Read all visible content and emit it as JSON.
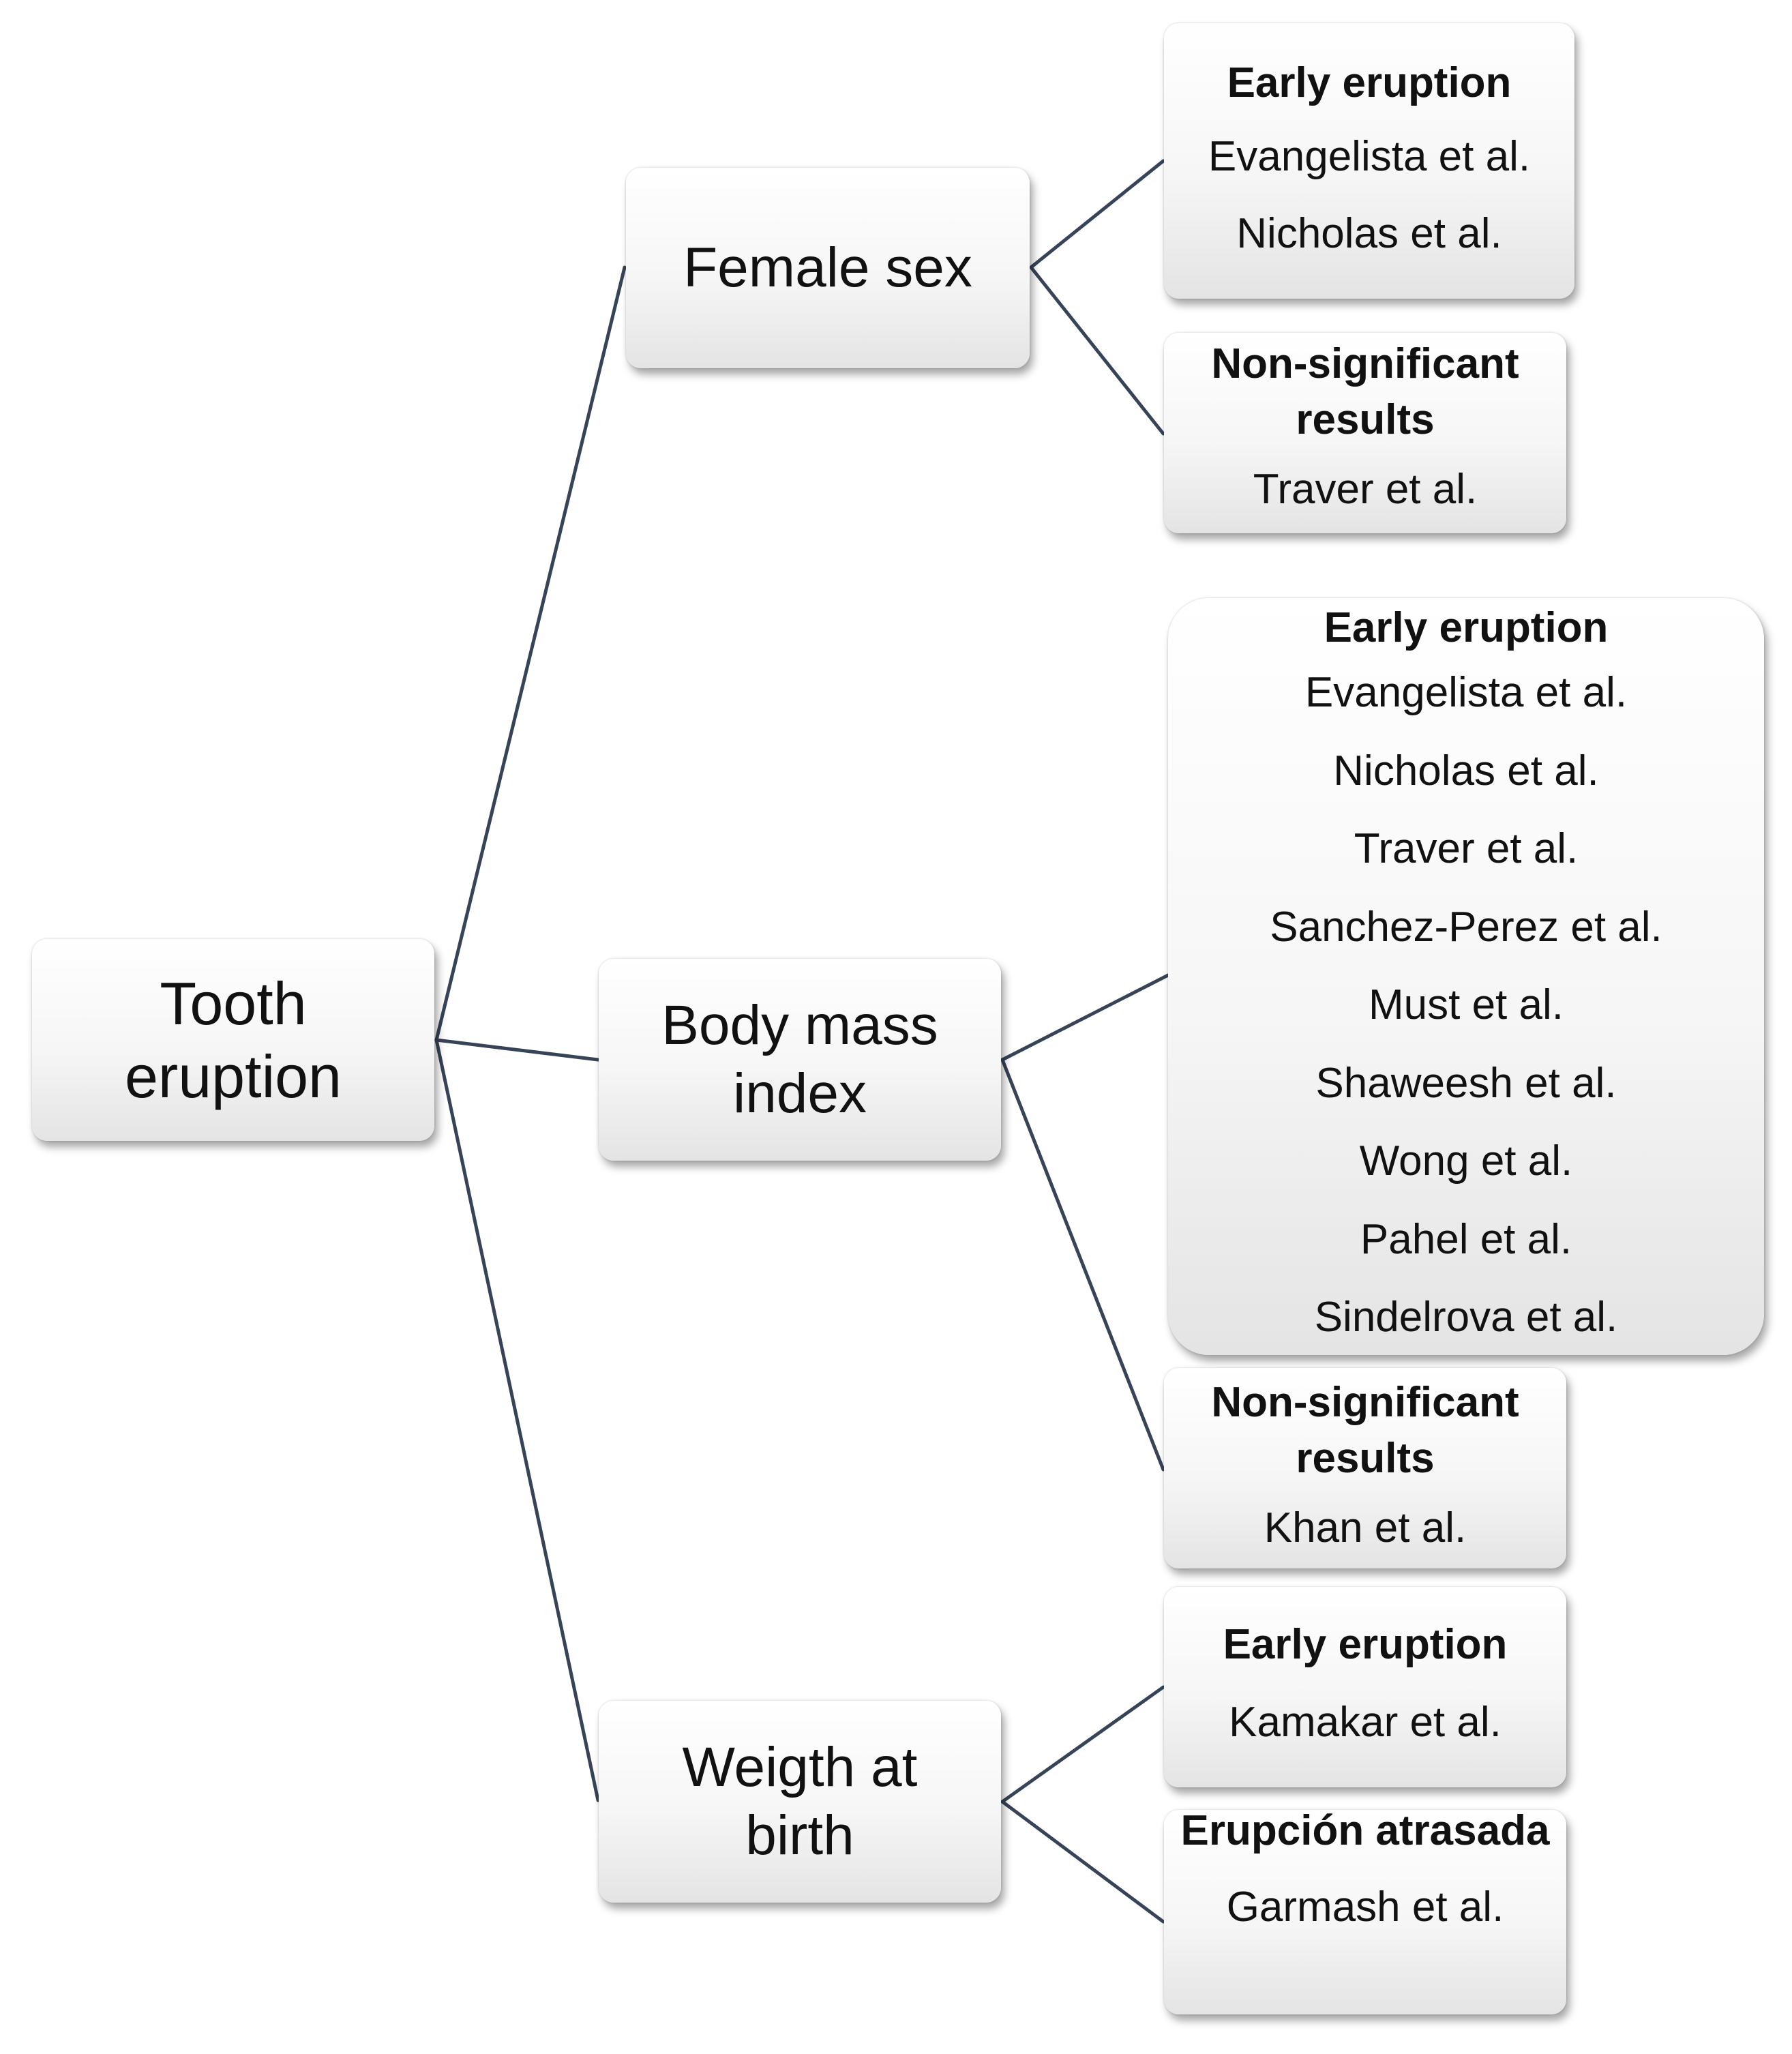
{
  "diagram": {
    "root": "Tooth eruption",
    "branches": [
      {
        "label": "Female sex",
        "results": [
          {
            "heading": "Early eruption",
            "studies": [
              "Evangelista et al.",
              "Nicholas et al."
            ]
          },
          {
            "heading": "Non-significant results",
            "studies": [
              "Traver et al."
            ]
          }
        ]
      },
      {
        "label": "Body mass index",
        "results": [
          {
            "heading": "Early eruption",
            "studies": [
              "Evangelista et al.",
              "Nicholas et al.",
              "Traver et al.",
              "Sanchez-Perez et al.",
              "Must et al.",
              "Shaweesh et al.",
              "Wong et al.",
              "Pahel et al.",
              "Sindelrova et al."
            ]
          },
          {
            "heading": "Non-significant results",
            "studies": [
              "Khan et al."
            ]
          }
        ]
      },
      {
        "label": "Weigth at birth",
        "results": [
          {
            "heading": "Early eruption",
            "studies": [
              "Kamakar et al."
            ]
          },
          {
            "heading": "Erupción atrasada",
            "studies": [
              "Garmash et al."
            ]
          }
        ]
      }
    ]
  },
  "colors": {
    "connector": "#374457",
    "box_top": "#ffffff",
    "box_bottom": "#e4e4e4",
    "text": "#111111"
  }
}
